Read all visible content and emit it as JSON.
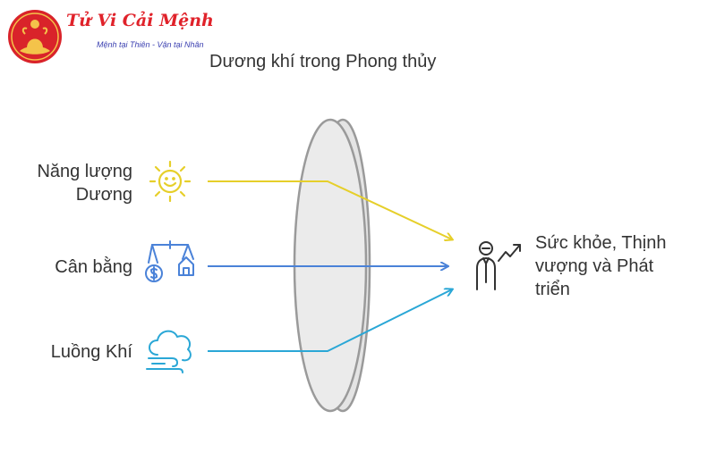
{
  "brand": {
    "name": "Tử Vi Cải Mệnh",
    "slogan": "Mệnh tại Thiên - Vận tại Nhân"
  },
  "title": "Dương khí trong Phong thủy",
  "inputs": [
    {
      "label_line1": "Năng lượng",
      "label_line2": "Dương",
      "icon": "sun-icon",
      "color": "#e6cf2a"
    },
    {
      "label": "Cân bằng",
      "icon": "scale-icon",
      "color": "#4a82d8"
    },
    {
      "label": "Luồng Khí",
      "icon": "cloud-wind-icon",
      "color": "#2aa7d6"
    }
  ],
  "outcome": {
    "line1": "Sức khỏe, Thịnh",
    "line2": "vượng và Phát",
    "line3": "triển",
    "icon": "person-growth-icon"
  },
  "colors": {
    "lens_fill": "#e8e8e8",
    "lens_stroke": "#9a9a9a",
    "brand_red": "#e0222a"
  }
}
